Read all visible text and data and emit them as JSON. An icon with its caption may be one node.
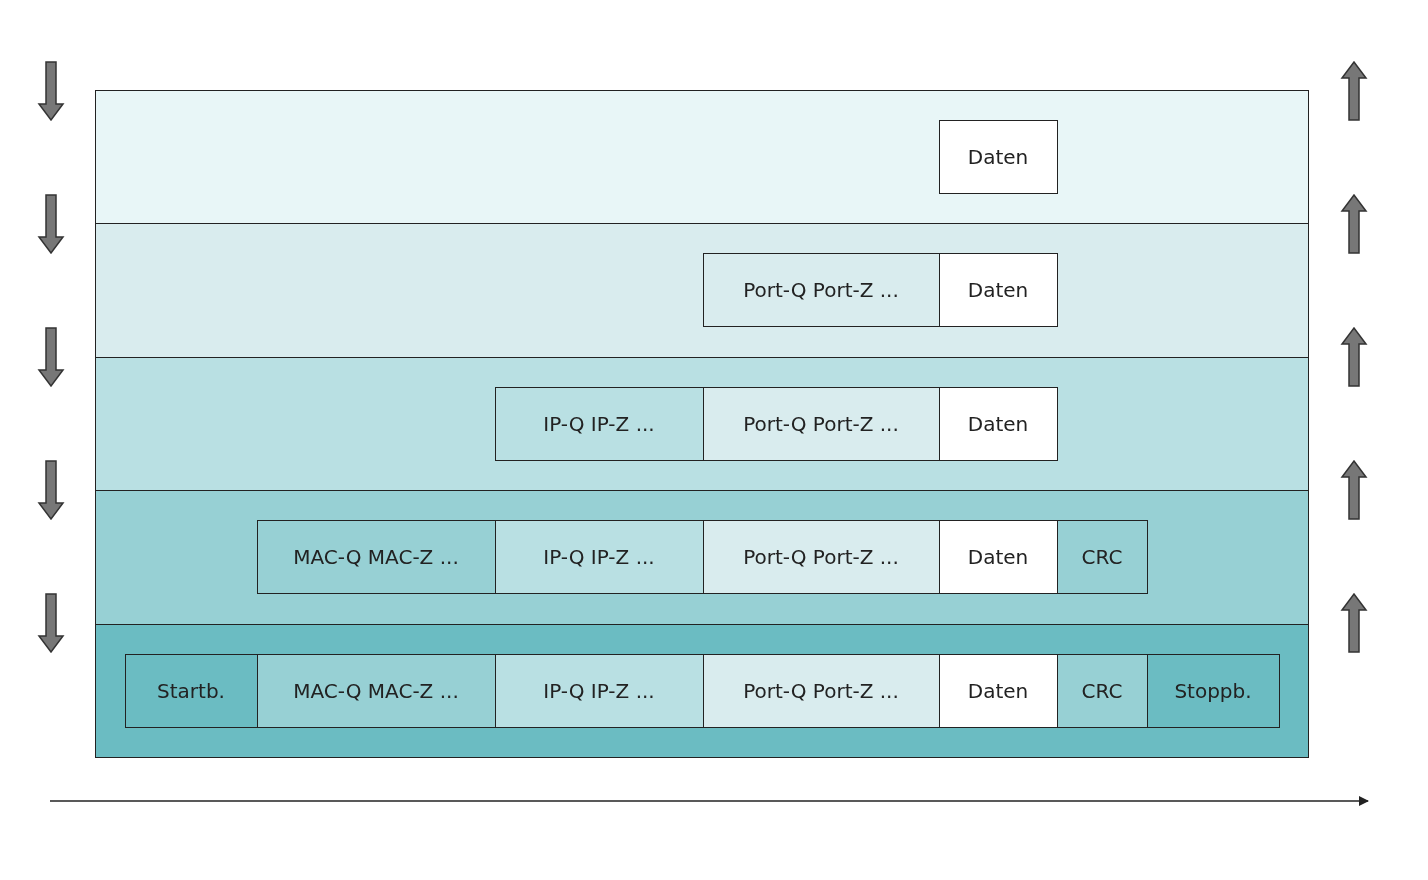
{
  "diagram": {
    "nodes": [
      {
        "text": [],
        "shape": "box"
      },
      {
        "text": [
          "Daten"
        ],
        "in": 0
      },
      {
        "text": [],
        "shape": "box"
      },
      {
        "text": [
          "Port-Q Port-Z ..."
        ],
        "in": 2
      },
      {
        "text": [
          "Daten"
        ],
        "in": 2
      },
      {
        "text": [],
        "shape": "box"
      },
      {
        "text": [
          "IP-Q IP-Z ..."
        ],
        "in": 5
      },
      {
        "text": [
          "Port-Q Port-Z ..."
        ],
        "in": 5
      },
      {
        "text": [
          "Daten"
        ],
        "in": 5
      },
      {
        "text": [],
        "shape": "box"
      },
      {
        "text": [
          "MAC-Q MAC-Z ..."
        ],
        "in": 9
      },
      {
        "text": [
          "IP-Q IP-Z ..."
        ],
        "in": 9
      },
      {
        "text": [
          "Port-Q Port-Z ..."
        ],
        "in": 9
      },
      {
        "text": [
          "Daten"
        ],
        "in": 9
      },
      {
        "text": [
          "CRC"
        ],
        "in": 9
      },
      {
        "text": [],
        "shape": "box"
      },
      {
        "text": [
          "Startb."
        ],
        "in": 15
      },
      {
        "text": [
          "MAC-Q MAC-Z ..."
        ],
        "in": 15
      },
      {
        "text": [
          "IP-Q IP-Z ..."
        ],
        "in": 15
      },
      {
        "text": [
          "Port-Q Port-Z ..."
        ],
        "in": 15
      },
      {
        "text": [
          "Daten"
        ],
        "in": 15
      },
      {
        "text": [
          "CRC"
        ],
        "in": 15
      },
      {
        "text": [
          "Stoppb."
        ],
        "in": 15
      }
    ],
    "edges": []
  }
}
